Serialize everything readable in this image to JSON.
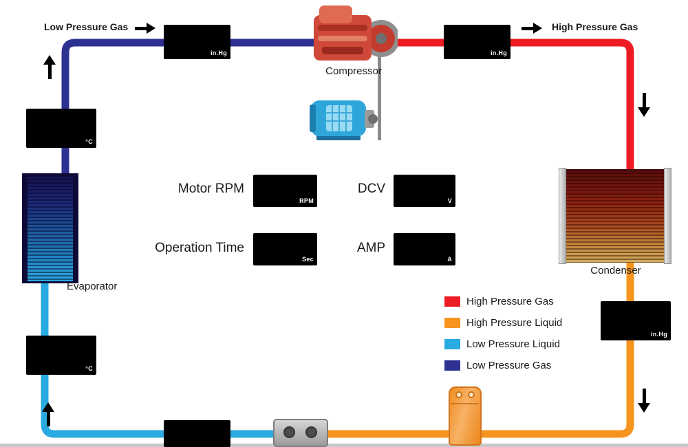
{
  "pipe_labels": {
    "low_pressure_gas": "Low Pressure Gas",
    "high_pressure_gas": "High Pressure Gas"
  },
  "component_labels": {
    "compressor": "Compressor",
    "condenser": "Condenser",
    "evaporator": "Evaporator"
  },
  "meters": {
    "suction_pressure": {
      "unit": "in.Hg",
      "value": ""
    },
    "discharge_pressure": {
      "unit": "in.Hg",
      "value": ""
    },
    "evaporator_outlet_temp": {
      "unit": "°C",
      "value": ""
    },
    "evaporator_inlet_temp": {
      "unit": "°C",
      "value": ""
    },
    "condenser_outlet_pressure": {
      "unit": "in.Hg",
      "value": ""
    },
    "bottom_line_meter": {
      "unit": "",
      "value": ""
    },
    "motor_rpm": {
      "label": "Motor RPM",
      "unit": "RPM",
      "value": ""
    },
    "dcv": {
      "label": "DCV",
      "unit": "V",
      "value": ""
    },
    "operation_time": {
      "label": "Operation Time",
      "unit": "Sec",
      "value": ""
    },
    "amp": {
      "label": "AMP",
      "unit": "A",
      "value": ""
    }
  },
  "legend": {
    "items": [
      {
        "label": "High Pressure Gas",
        "color": "#ed1c24"
      },
      {
        "label": "High Pressure Liquid",
        "color": "#f7941d"
      },
      {
        "label": "Low Pressure Liquid",
        "color": "#29abe2"
      },
      {
        "label": "Low Pressure Gas",
        "color": "#2e3192"
      }
    ]
  },
  "pipe_colors": {
    "high_pressure_gas": "#ed1c24",
    "high_pressure_liquid": "#f7941d",
    "low_pressure_liquid": "#29abe2",
    "low_pressure_gas": "#2e3192"
  }
}
